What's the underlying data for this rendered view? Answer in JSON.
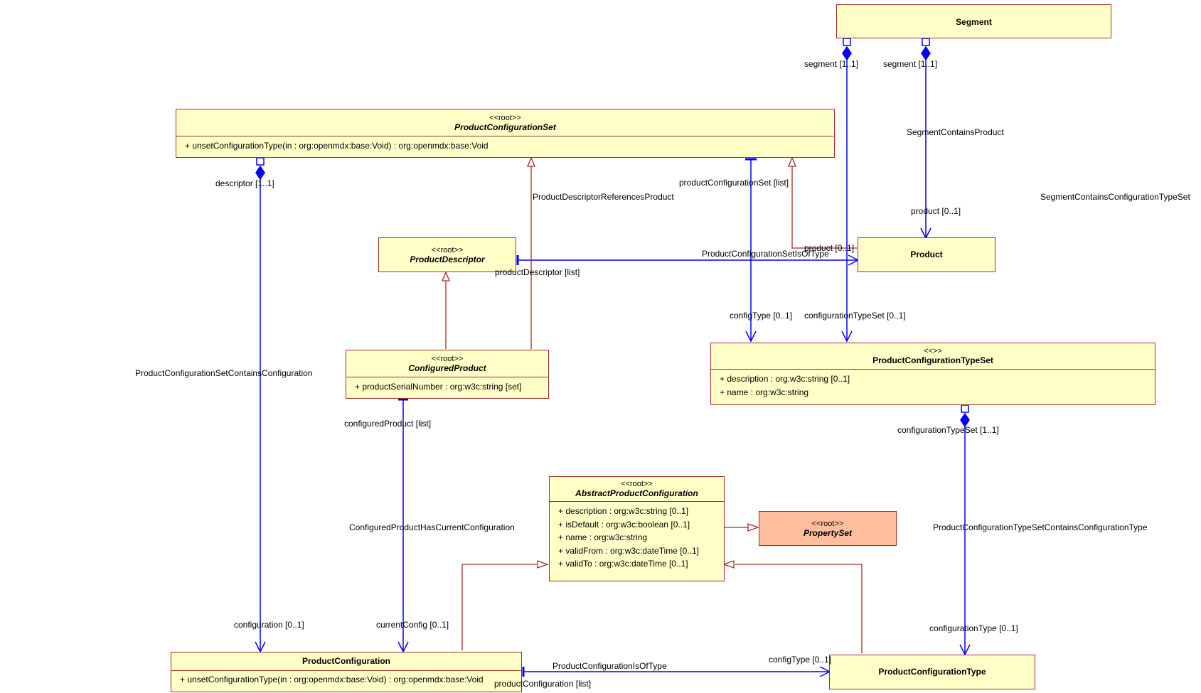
{
  "classes": {
    "segment": {
      "name": "Segment"
    },
    "product_configuration_set": {
      "stereotype": "<<root>>",
      "name": "ProductConfigurationSet",
      "operations": [
        "+ unsetConfigurationType(in : org:openmdx:base:Void) : org:openmdx:base:Void"
      ]
    },
    "product_descriptor": {
      "stereotype": "<<root>>",
      "name": "ProductDescriptor"
    },
    "product": {
      "name": "Product"
    },
    "configured_product": {
      "stereotype": "<<root>>",
      "name": "ConfiguredProduct",
      "attributes": [
        "+ productSerialNumber : org:w3c:string [set]"
      ]
    },
    "product_configuration_type_set": {
      "stereotype": "<<>>",
      "name": "ProductConfigurationTypeSet",
      "attributes": [
        "+ description : org:w3c:string [0..1]",
        "+ name : org:w3c:string"
      ]
    },
    "abstract_product_configuration": {
      "stereotype": "<<root>>",
      "name": "AbstractProductConfiguration",
      "attributes": [
        "+ description : org:w3c:string [0..1]",
        "+ isDefault : org:w3c:boolean [0..1]",
        "+ name : org:w3c:string",
        "+ validFrom : org:w3c:dateTime [0..1]",
        "+ validTo : org:w3c:dateTime [0..1]"
      ]
    },
    "property_set": {
      "stereotype": "<<root>>",
      "name": "PropertySet"
    },
    "product_configuration": {
      "name": "ProductConfiguration",
      "operations": [
        "+ unsetConfigurationType(in : org:openmdx:base:Void) : org:openmdx:base:Void"
      ]
    },
    "product_configuration_type": {
      "name": "ProductConfigurationType"
    }
  },
  "labels": {
    "segment_role_1": "segment [1..1]",
    "segment_role_2": "segment [1..1]",
    "segment_contains_product": "SegmentContainsProduct",
    "segment_contains_configuration_type_set": "SegmentContainsConfigurationTypeSet",
    "product_role": "product [0..1]",
    "descriptor_role": "descriptor [1..1]",
    "product_configuration_set_role": "productConfigurationSet [list]",
    "product_descriptor_references_product": "ProductDescriptorReferencesProduct",
    "product_configuration_set_is_of_type": "ProductConfigurationSetIsOfType",
    "product_role_2": "product [0..1]",
    "product_descriptor_role": "productDescriptor [list]",
    "config_type_role": "configType [0..1]",
    "configuration_type_set_role": "configurationTypeSet [0..1]",
    "product_configuration_set_contains_configuration": "ProductConfigurationSetContainsConfiguration",
    "configured_product_role": "configuredProduct [list]",
    "configuration_type_set_role_2": "configurationTypeSet [1..1]",
    "configured_product_has_current_configuration": "ConfiguredProductHasCurrentConfiguration",
    "product_configuration_type_set_contains_configuration_type": "ProductConfigurationTypeSetContainsConfigurationType",
    "configuration_role": "configuration [0..1]",
    "current_config_role": "currentConfig [0..1]",
    "configuration_type_role": "configurationType [0..1]",
    "product_configuration_is_of_type": "ProductConfigurationIsOfType",
    "config_type_role_2": "configType [0..1]",
    "product_configuration_role": "productConfiguration [list]"
  },
  "colors": {
    "association": "#0000ff",
    "generalization": "#a52a2a",
    "class_fill": "#ffffc8",
    "class_border": "#a52a2a",
    "external_class_fill": "#ffbf9e"
  }
}
